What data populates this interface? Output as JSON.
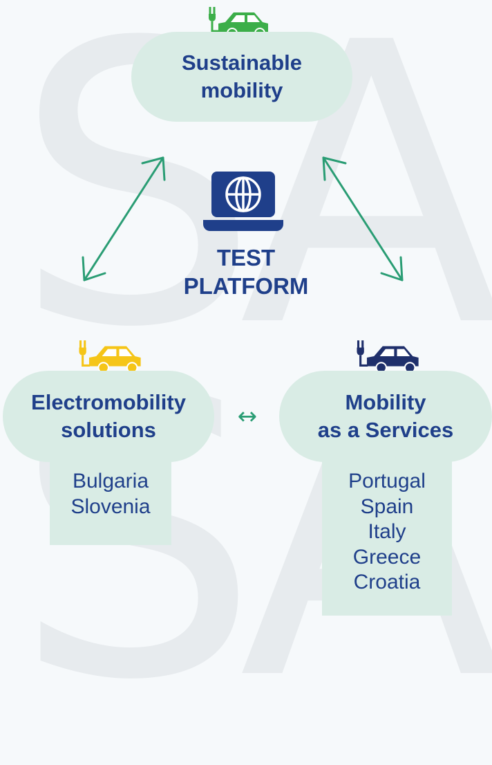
{
  "background_watermark": {
    "top": "SA",
    "bottom": "SA"
  },
  "top_node": {
    "label_line1": "Sustainable",
    "label_line2": "mobility",
    "icon": "electric-car-icon",
    "icon_color": "#3cae49"
  },
  "center": {
    "icon": "laptop-globe-icon",
    "label_line1": "TEST",
    "label_line2": "PLATFORM"
  },
  "left_node": {
    "label_line1": "Electromobility",
    "label_line2": "solutions",
    "icon": "electric-car-icon",
    "icon_color": "#f5c518",
    "countries": [
      "Bulgaria",
      "Slovenia"
    ]
  },
  "right_node": {
    "label_line1": "Mobility",
    "label_line2": "as a Services",
    "icon": "electric-car-icon",
    "icon_color": "#1f2f6b",
    "countries": [
      "Portugal",
      "Spain",
      "Italy",
      "Greece",
      "Croatia"
    ]
  },
  "connector_symbol": "↔",
  "colors": {
    "text_primary": "#1f3f8a",
    "node_fill": "#d9ece5",
    "arrow": "#2a9d74",
    "watermark": "#e7ebee"
  }
}
